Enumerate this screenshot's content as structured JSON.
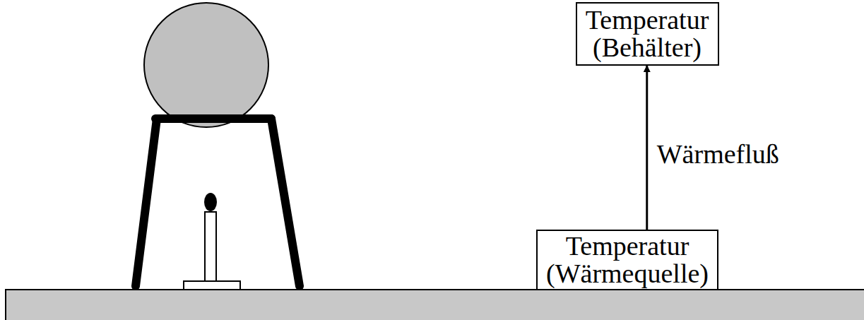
{
  "diagram": {
    "nodes": [
      {
        "text": [
          "Temperatur (Behälter)"
        ]
      },
      {
        "text": [
          "Temperatur (Wärmequelle)"
        ]
      }
    ],
    "edges": [
      {
        "from": 1,
        "to": 0,
        "label": "Wärmefluß",
        "arrow": "to"
      }
    ]
  }
}
